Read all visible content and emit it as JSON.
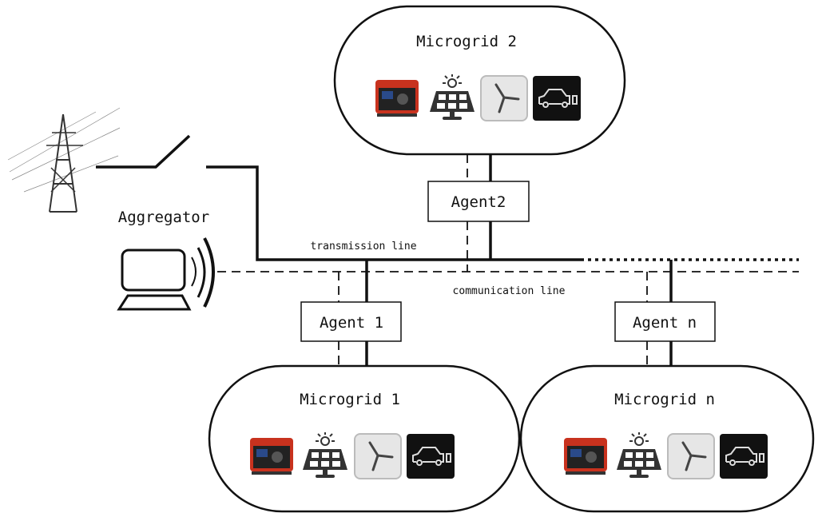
{
  "aggregator": {
    "label": "Aggregator"
  },
  "lines": {
    "transmission": "transmission line",
    "communication": "communication line"
  },
  "agents": [
    {
      "label": "Agent2"
    },
    {
      "label": "Agent 1"
    },
    {
      "label": "Agent n"
    }
  ],
  "microgrids": [
    {
      "label": "Microgrid 2",
      "icons": [
        "generator-icon",
        "solar-panel-icon",
        "wind-turbine-icon",
        "electric-vehicle-icon"
      ]
    },
    {
      "label": "Microgrid 1",
      "icons": [
        "generator-icon",
        "solar-panel-icon",
        "wind-turbine-icon",
        "electric-vehicle-icon"
      ]
    },
    {
      "label": "Microgrid n",
      "icons": [
        "generator-icon",
        "solar-panel-icon",
        "wind-turbine-icon",
        "electric-vehicle-icon"
      ]
    }
  ],
  "colors": {
    "generator": "#c8321e",
    "ev_bg": "#111111",
    "wind_bg": "#e6e6e6"
  }
}
